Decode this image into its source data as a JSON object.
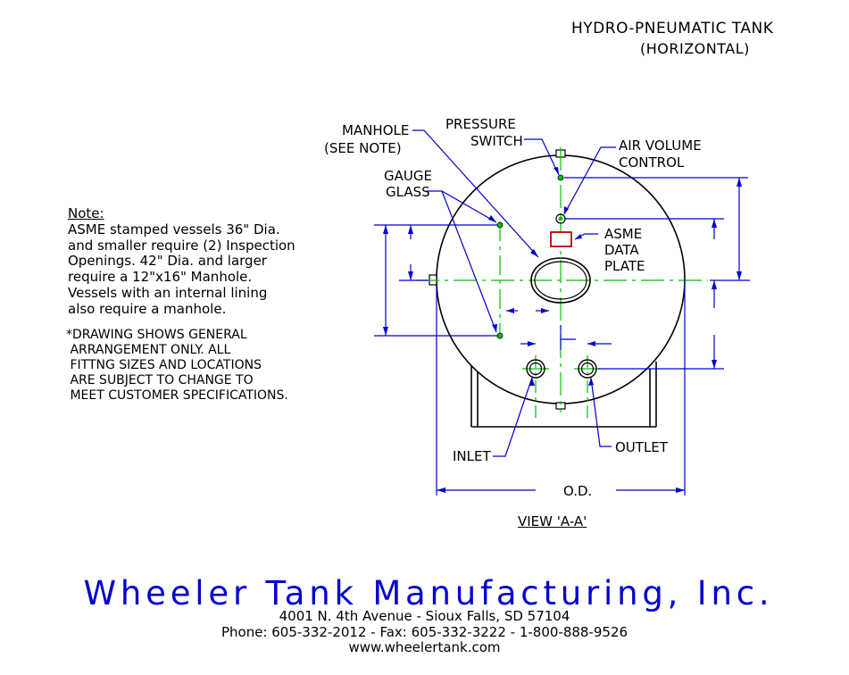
{
  "title": {
    "line1": "HYDRO-PNEUMATIC TANK",
    "line2": "(HORIZONTAL)"
  },
  "note": {
    "heading": "Note:",
    "lines": [
      "ASME stamped vessels 36\" Dia.",
      "and smaller require (2) Inspection",
      "Openings. 42\" Dia. and larger",
      "require a 12\"x16\" Manhole.",
      "Vessels with an internal lining",
      "also require a manhole."
    ]
  },
  "drawing_note": {
    "lines": [
      "*DRAWING SHOWS GENERAL",
      " ARRANGEMENT ONLY. ALL",
      " FITTNG SIZES AND LOCATIONS",
      " ARE SUBJECT TO CHANGE TO",
      " MEET CUSTOMER SPECIFICATIONS."
    ]
  },
  "labels": {
    "manhole": "MANHOLE",
    "see_note": "(SEE NOTE)",
    "pressure": "PRESSURE",
    "switch": "SWITCH",
    "air_volume": "AIR VOLUME",
    "control": "CONTROL",
    "gauge": "GAUGE",
    "glass": "GLASS",
    "asme": "ASME",
    "data": "DATA",
    "plate": "PLATE",
    "inlet": "INLET",
    "outlet": "OUTLET",
    "od": "O.D.",
    "view": "VIEW 'A-A'"
  },
  "footer": {
    "company": "Wheeler Tank Manufacturing, Inc.",
    "address": "4001 N. 4th Avenue  -  Sioux Falls, SD 57104",
    "phone_line": "Phone: 605-332-2012  -  Fax: 605-332-3222  -  1-800-888-9526",
    "web": "www.wheelertank.com"
  },
  "colors": {
    "leader": "#0000d0",
    "centerline": "#00c000",
    "outline": "#000000",
    "data_plate": "#c00000"
  }
}
